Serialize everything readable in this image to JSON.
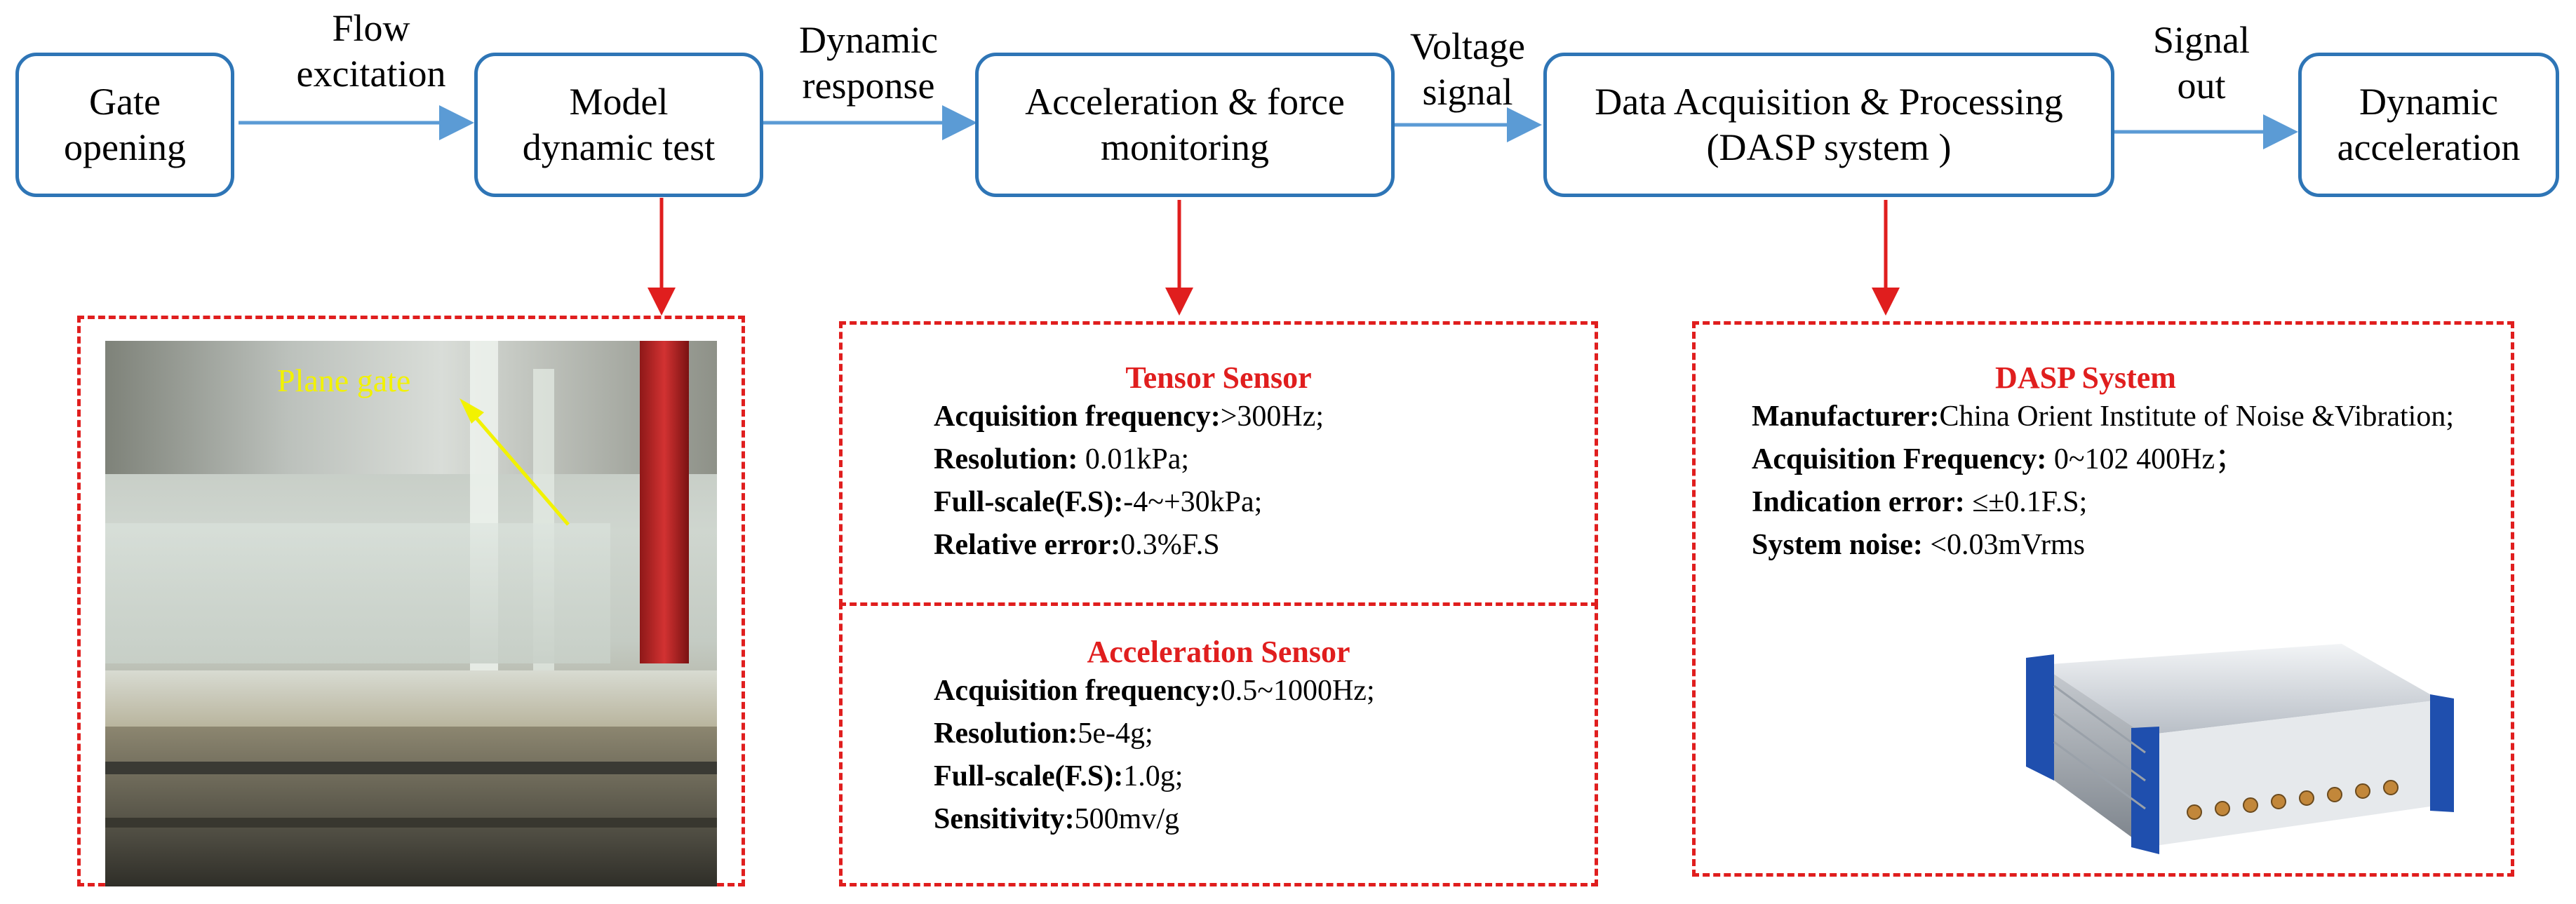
{
  "flow": {
    "nodes": [
      {
        "id": "gate",
        "lines": [
          "Gate",
          "opening"
        ]
      },
      {
        "id": "model",
        "lines": [
          "Model",
          "dynamic test"
        ]
      },
      {
        "id": "accel",
        "lines": [
          "Acceleration & force",
          "monitoring"
        ]
      },
      {
        "id": "daq",
        "lines": [
          "Data Acquisition & Processing",
          "(DASP system )"
        ]
      },
      {
        "id": "dyn",
        "lines": [
          "Dynamic",
          "acceleration"
        ]
      }
    ],
    "edges": [
      {
        "from": "gate",
        "to": "model",
        "lines": [
          "Flow",
          "excitation"
        ]
      },
      {
        "from": "model",
        "to": "accel",
        "lines": [
          "Dynamic",
          "response"
        ]
      },
      {
        "from": "accel",
        "to": "daq",
        "lines": [
          "Voltage",
          "signal"
        ]
      },
      {
        "from": "daq",
        "to": "dyn",
        "lines": [
          "Signal",
          "out"
        ]
      }
    ]
  },
  "photo_panel": {
    "caption": "Plane gate"
  },
  "tensor_sensor": {
    "title": "Tensor Sensor",
    "specs": [
      {
        "label": "Acquisition frequency:",
        "value": ">300Hz;"
      },
      {
        "label": "Resolution:",
        "value": " 0.01kPa;"
      },
      {
        "label": "Full-scale(F.S):",
        "value": "-4~+30kPa;"
      },
      {
        "label": "Relative error:",
        "value": "0.3%F.S"
      }
    ]
  },
  "acceleration_sensor": {
    "title": "Acceleration Sensor",
    "specs": [
      {
        "label": "Acquisition frequency:",
        "value": "0.5~1000Hz;"
      },
      {
        "label": "Resolution:",
        "value": "5e-4g;"
      },
      {
        "label": "Full-scale(F.S):",
        "value": "1.0g;"
      },
      {
        "label": "Sensitivity:",
        "value": "500mv/g"
      }
    ]
  },
  "dasp_system": {
    "title": "DASP System",
    "specs": [
      {
        "label": "Manufacturer:",
        "value": "China Orient Institute of Noise &Vibration;"
      },
      {
        "label": "Acquisition Frequency:",
        "value": " 0~102 400Hz；"
      },
      {
        "label": "Indication error:",
        "value": " ≤±0.1F.S;"
      },
      {
        "label": "System noise:",
        "value": " <0.03mVrms"
      }
    ]
  },
  "colors": {
    "node_border": "#2e75b6",
    "flow_arrow": "#5b9bd5",
    "dashed_border": "#e01e1e",
    "down_arrow": "#e01e1e",
    "title_red": "#e01e1e",
    "caption_yellow": "#f2f200"
  }
}
